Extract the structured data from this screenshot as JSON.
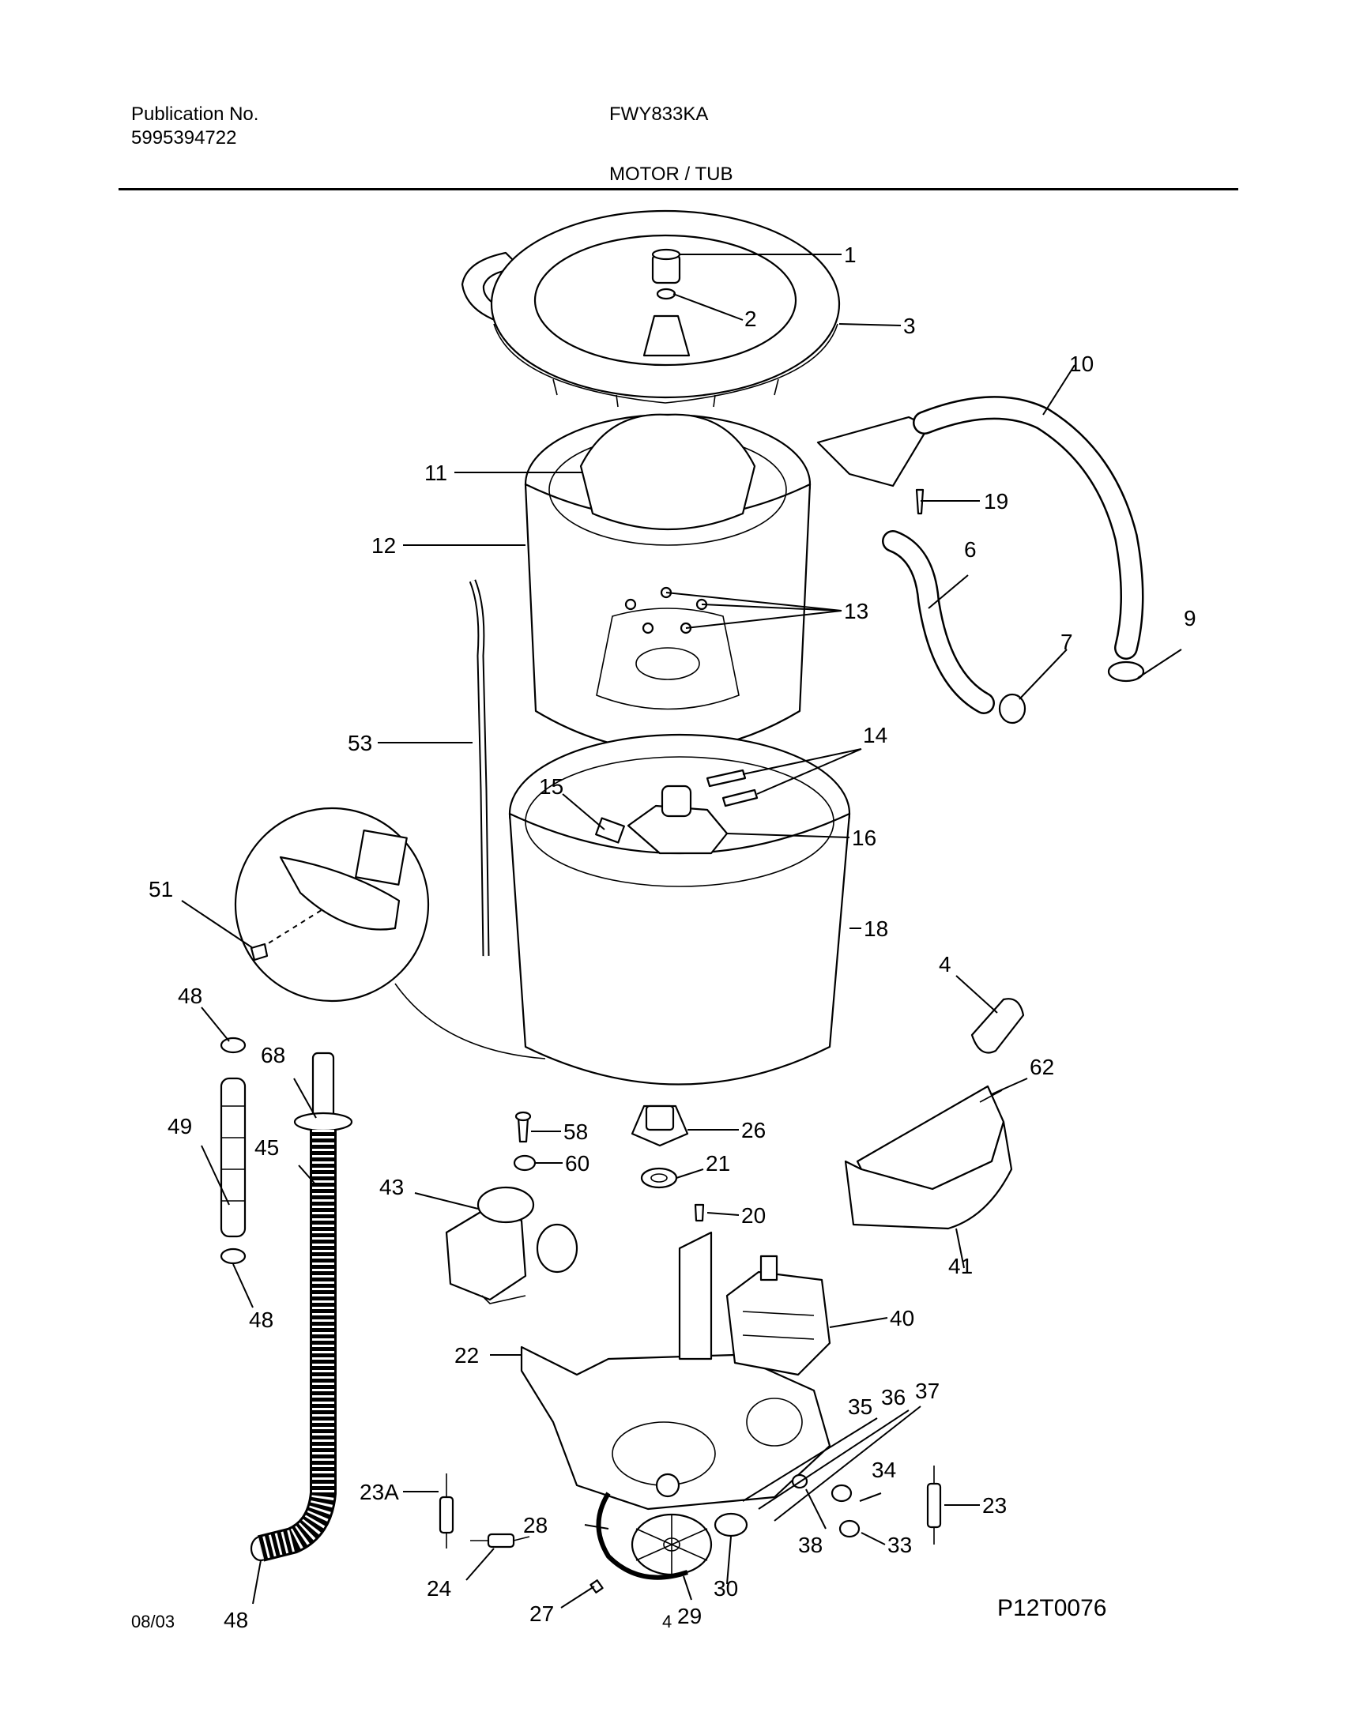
{
  "header": {
    "publication_label": "Publication No.",
    "publication_number": "5995394722",
    "model": "FWY833KA",
    "section_title": "MOTOR / TUB"
  },
  "footer": {
    "date": "08/03",
    "page": "4"
  },
  "diagram": {
    "reference_code": "P12T0076",
    "callouts": {
      "c1": "1",
      "c2": "2",
      "c3": "3",
      "c10": "10",
      "c11": "11",
      "c19": "19",
      "c12": "12",
      "c6": "6",
      "c13": "13",
      "c9": "9",
      "c7": "7",
      "c53": "53",
      "c14": "14",
      "c15": "15",
      "c16": "16",
      "c51": "51",
      "c18": "18",
      "c4": "4",
      "c48a": "48",
      "c68": "68",
      "c62": "62",
      "c58": "58",
      "c26": "26",
      "c49": "49",
      "c45": "45",
      "c60": "60",
      "c21": "21",
      "c43": "43",
      "c20": "20",
      "c41": "41",
      "c48b": "48",
      "c40": "40",
      "c22": "22",
      "c35": "35",
      "c36": "36",
      "c37": "37",
      "c34": "34",
      "c23a": "23A",
      "c28": "28",
      "c38": "38",
      "c23": "23",
      "c33": "33",
      "c24": "24",
      "c27": "27",
      "c29": "29",
      "c30": "30",
      "c48c": "48"
    }
  }
}
